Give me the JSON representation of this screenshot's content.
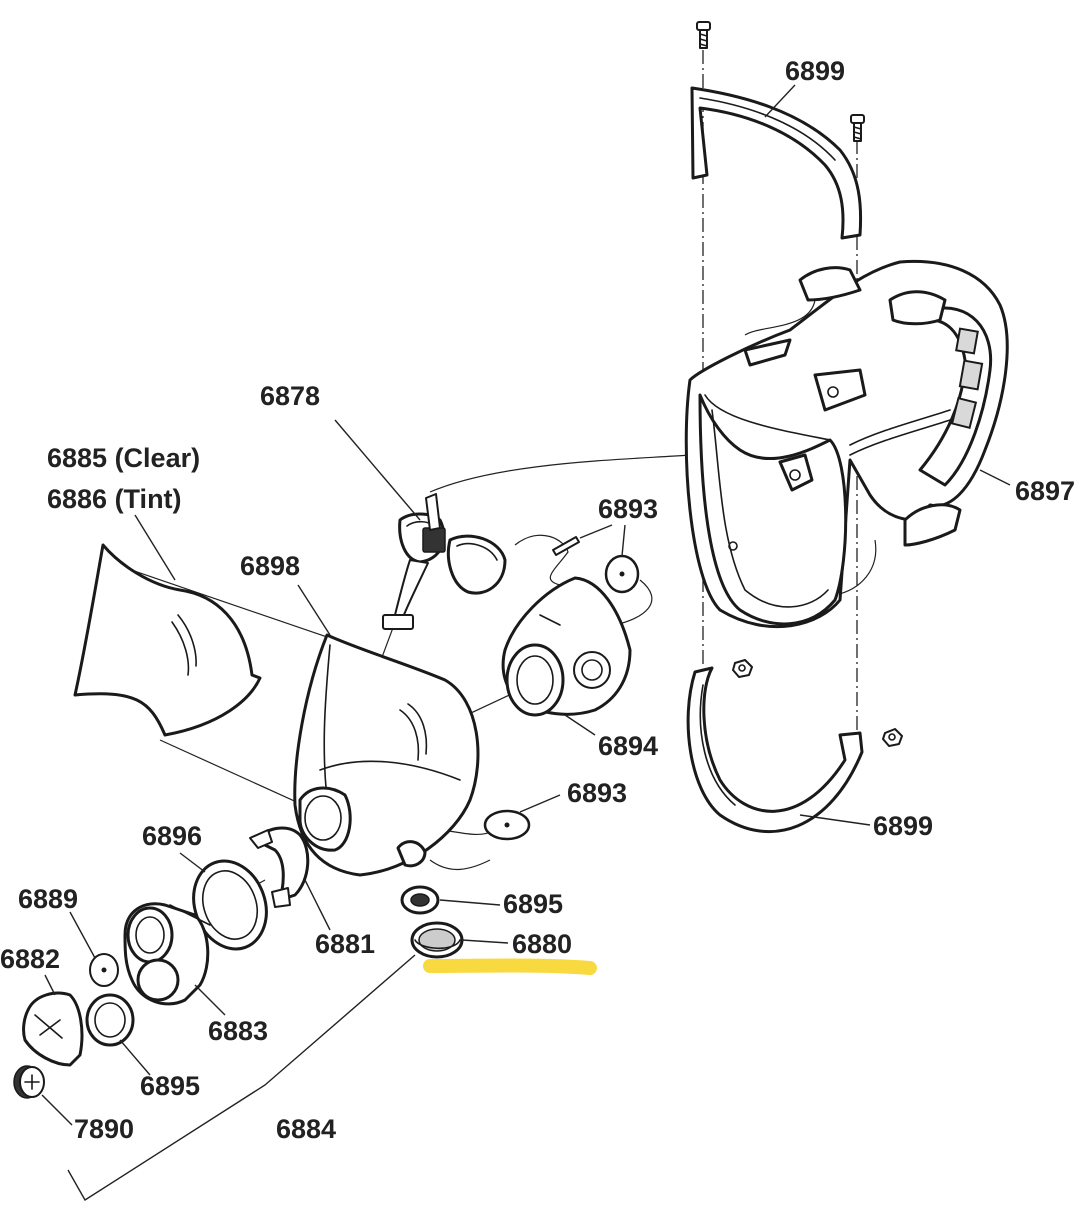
{
  "diagram": {
    "labels": {
      "p6899_top": "6899",
      "p6878": "6878",
      "p6885": "6885 (Clear)",
      "p6886": "6886 (Tint)",
      "p6898": "6898",
      "p6893_upper": "6893",
      "p6897": "6897",
      "p6894": "6894",
      "p6893_lower": "6893",
      "p6899_bottom": "6899",
      "p6896": "6896",
      "p6889": "6889",
      "p6882": "6882",
      "p6881": "6881",
      "p6895_right": "6895",
      "p6880": "6880",
      "p6883": "6883",
      "p6895_left": "6895",
      "p7890": "7890",
      "p6884": "6884"
    },
    "highlighted_part": "6880",
    "colors": {
      "line": "#1a1a1a",
      "highlight": "#f7d21e",
      "background": "#ffffff"
    }
  }
}
